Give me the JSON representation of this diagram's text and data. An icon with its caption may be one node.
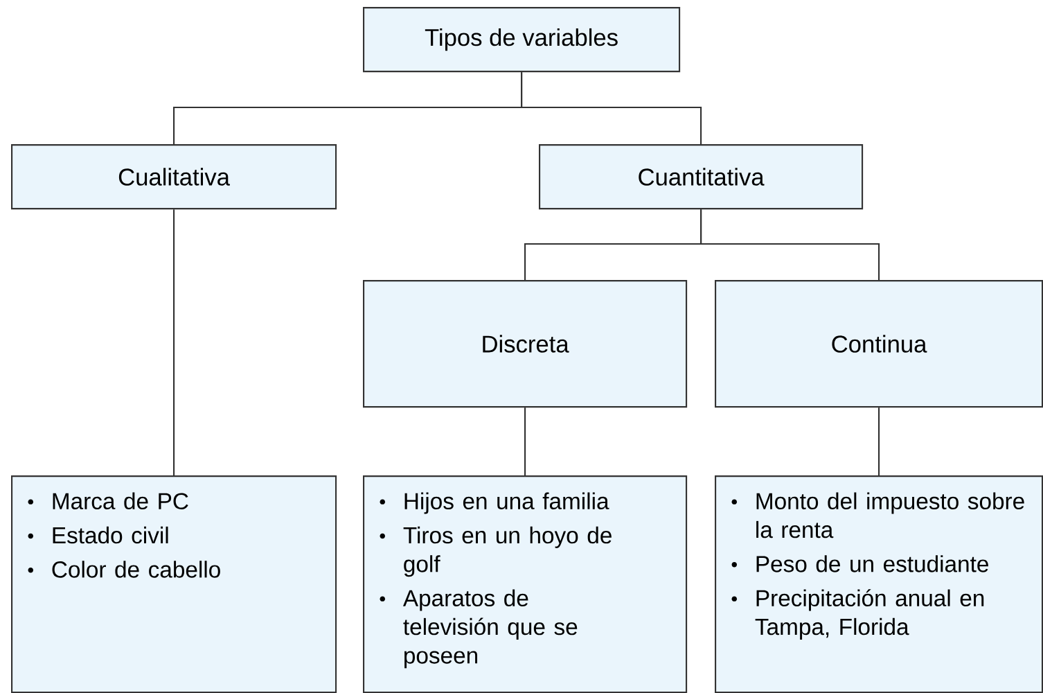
{
  "diagram": {
    "nodes": [
      {
        "text": [
          "Tipos de variables"
        ]
      },
      {
        "text": [
          "Cualitativa"
        ]
      },
      {
        "text": [
          "Cuantitativa"
        ]
      },
      {
        "text": [
          "Discreta"
        ]
      },
      {
        "text": [
          "Continua"
        ]
      },
      {
        "text": [
          "Marca de PC",
          "Estado civil",
          "Color de cabello"
        ]
      },
      {
        "text": [
          "Hijos en una familia",
          "Tiros en un hoyo de golf",
          "Aparatos de televisión que se poseen"
        ]
      },
      {
        "text": [
          "Monto del impuesto sobre la renta",
          "Peso de un estudiante",
          "Precipitación anual en Tampa, Florida"
        ]
      }
    ],
    "edges": [
      {
        "from": 0,
        "to": 1,
        "arrow": "none"
      },
      {
        "from": 0,
        "to": 2,
        "arrow": "none"
      },
      {
        "from": 2,
        "to": 3,
        "arrow": "none"
      },
      {
        "from": 2,
        "to": 4,
        "arrow": "none"
      },
      {
        "from": 1,
        "to": 5,
        "arrow": "none"
      },
      {
        "from": 3,
        "to": 6,
        "arrow": "none"
      },
      {
        "from": 4,
        "to": 7,
        "arrow": "none"
      }
    ]
  }
}
